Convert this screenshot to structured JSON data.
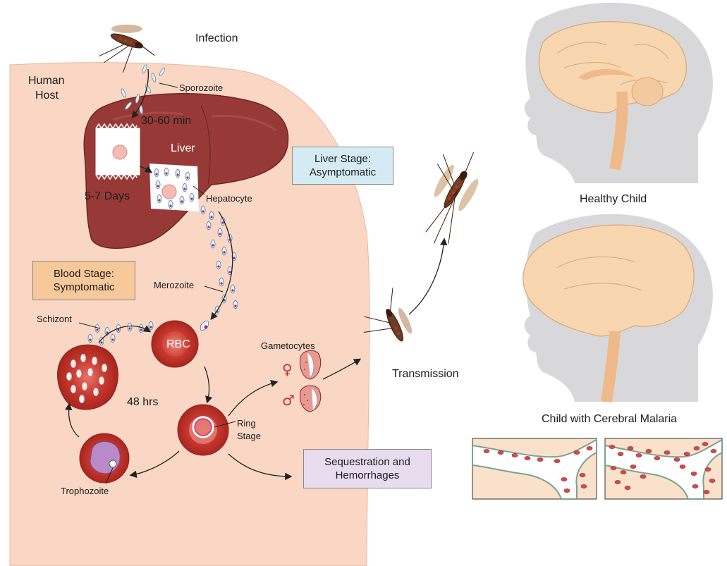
{
  "labels": {
    "infection": "Infection",
    "human_host_line1": "Human",
    "human_host_line2": "Host",
    "sporozoite": "Sporozoite",
    "time_30_60": "30-60 min",
    "liver": "Liver",
    "days_5_7": "5-7 Days",
    "hepatocyte": "Hepatocyte",
    "merozoite": "Merozoite",
    "schizont": "Schizont",
    "rbc": "RBC",
    "hrs_48": "48 hrs",
    "gametocytes": "Gametocytes",
    "female_symbol": "♀",
    "male_symbol": "♂",
    "ring_stage_line1": "Ring",
    "ring_stage_line2": "Stage",
    "trophozoite": "Trophozoite",
    "transmission": "Transmission",
    "healthy_child": "Healthy Child",
    "cerebral_malaria_child": "Child with Cerebral Malaria"
  },
  "boxes": {
    "liver_stage": {
      "line1": "Liver Stage:",
      "line2": "Asymptomatic",
      "color": "#d4ebf3"
    },
    "blood_stage": {
      "line1": "Blood Stage:",
      "line2": "Symptomatic",
      "color": "#f7c89a"
    },
    "sequestration": {
      "line1": "Sequestration and",
      "line2": "Hemorrhages",
      "color": "#e8dcee"
    }
  },
  "colors": {
    "host_skin": "#f9d7c4",
    "liver": "#9a3b38",
    "rbc": "#c63a33",
    "brain": "#f8d6b0",
    "head_silhouette": "#d8d8da"
  }
}
